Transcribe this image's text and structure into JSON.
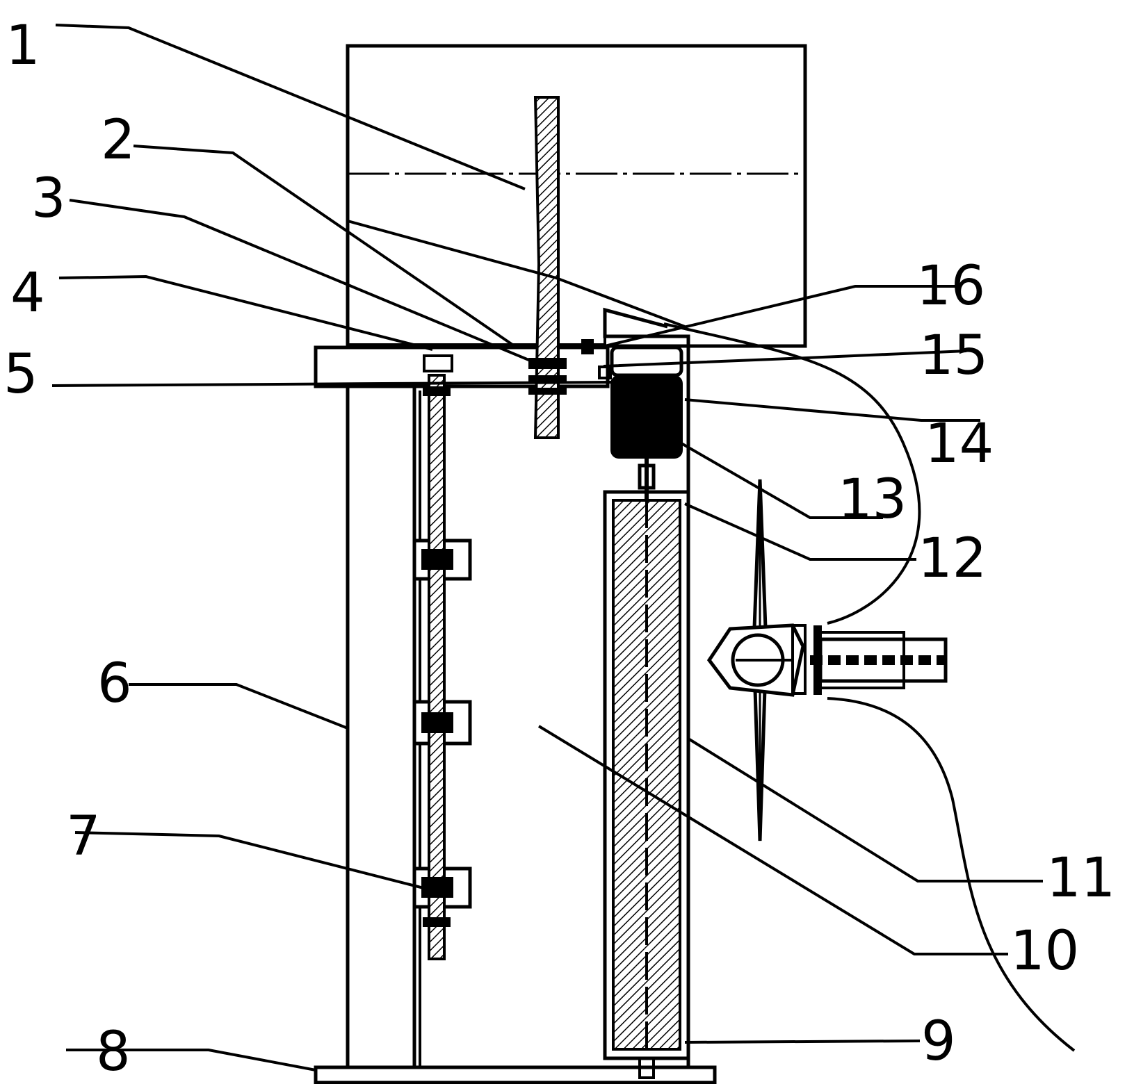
{
  "diagram": {
    "labels": [
      "1",
      "2",
      "3",
      "4",
      "5",
      "6",
      "7",
      "8",
      "9",
      "10",
      "11",
      "12",
      "13",
      "14",
      "15",
      "16"
    ]
  },
  "colors": {
    "ink": "#000000",
    "background": "#ffffff"
  }
}
